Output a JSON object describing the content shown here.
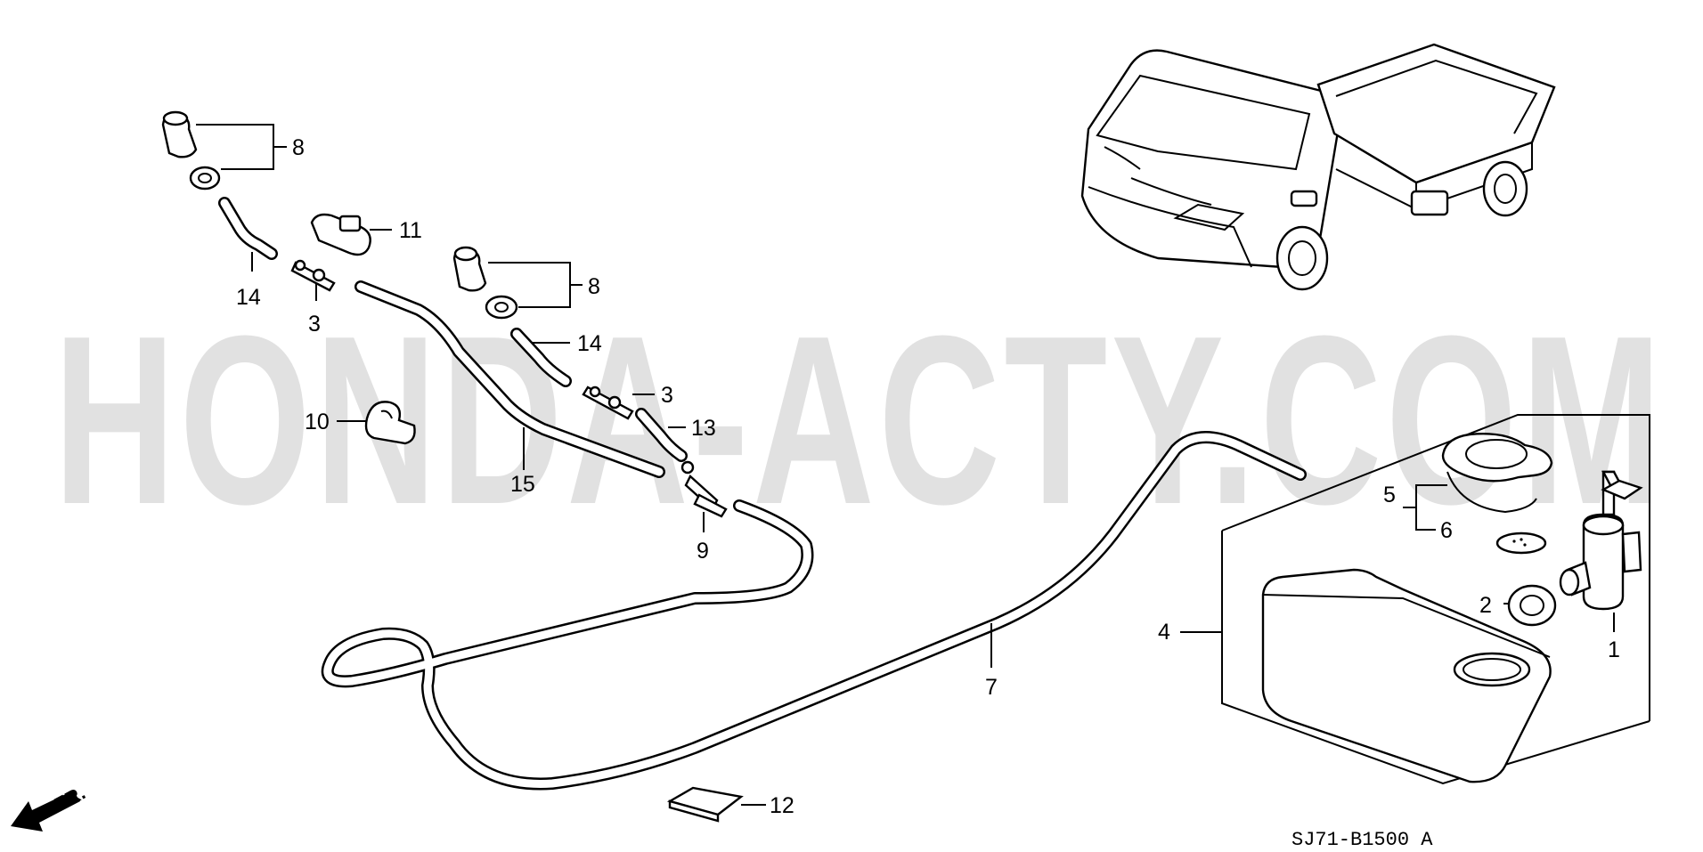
{
  "watermark": "HONDA-ACTY.COM",
  "diagram_code": "SJ71-B1500 A",
  "direction_label": "FR.",
  "callouts": {
    "c8a": "8",
    "c11": "11",
    "c14a": "14",
    "c3a": "3",
    "c8b": "8",
    "c14b": "14",
    "c3b": "3",
    "c13": "13",
    "c10": "10",
    "c15": "15",
    "c9": "9",
    "c7": "7",
    "c12": "12",
    "c5": "5",
    "c6": "6",
    "c4": "4",
    "c2": "2",
    "c1": "1"
  }
}
